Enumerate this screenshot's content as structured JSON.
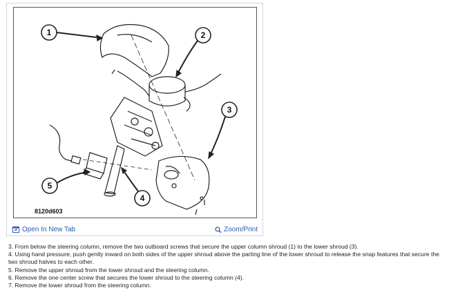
{
  "figure": {
    "code": "8120d603",
    "callouts": [
      "1",
      "2",
      "3",
      "4",
      "5"
    ]
  },
  "toolbar": {
    "open_label": "Open In New Tab",
    "zoom_label": "Zoom/Print"
  },
  "steps": [
    "3. From below the steering column, remove the two outboard screws that secure the upper column shroud (1) to the lower shroud (3).",
    "4. Using hand pressure, push gently inward on both sides of the upper shroud above the parting line of the lower shroud to release the snap features that secure the two shroud halves to each other.",
    "5. Remove the upper shroud from the lower shroud and the steering column.",
    "6. Remove the one center screw that secures the lower shroud to the steering column (4).",
    "7. Remove the lower shroud from the steering column."
  ],
  "colors": {
    "link": "#2b5aa6",
    "border": "#cfd6e2"
  }
}
